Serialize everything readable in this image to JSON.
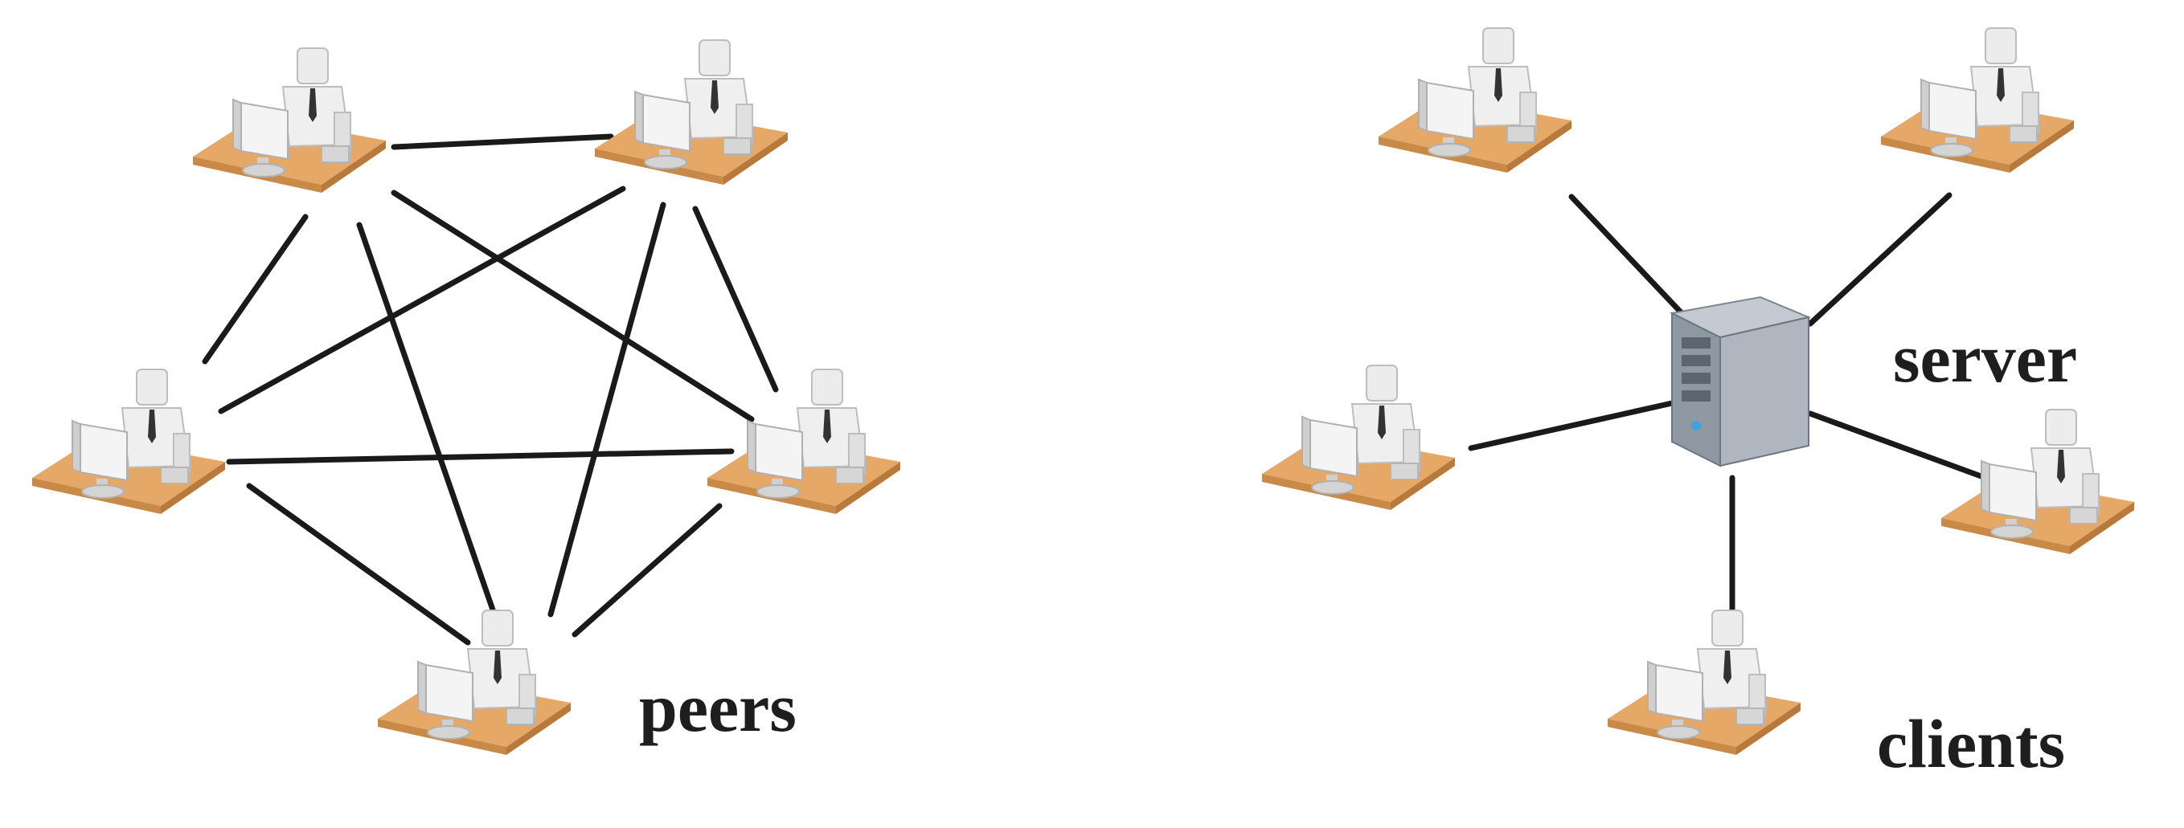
{
  "labels": {
    "peers": "peers",
    "server": "server",
    "clients": "clients"
  },
  "colors": {
    "desk_top": "#e6a866",
    "desk_edge": "#c98a48",
    "person": "#e9e9e9",
    "monitor": "#d8d8d8",
    "server_body": "#9aa3ad",
    "link": "#1a1a1a"
  },
  "icons": {
    "workstation": "person-at-desk-icon",
    "server": "server-tower-icon"
  }
}
